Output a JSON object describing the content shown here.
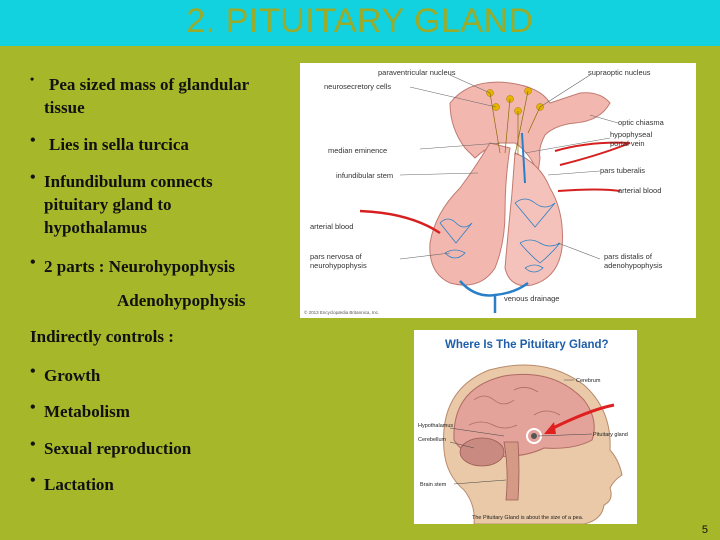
{
  "slide": {
    "title": "2. PITUITARY GLAND",
    "bullets_top": [
      {
        "line1": "Pea sized mass of glandular",
        "line2": "tissue"
      },
      {
        "line1": "Lies in sella turcica"
      },
      {
        "line1": "Infundibulum  connects",
        "line2": "pituitary gland to",
        "line3": "hypothalamus"
      },
      {
        "line1": "2 parts : Neurohypophysis",
        "line2": "Adenohypophysis"
      }
    ],
    "indirect_heading": "Indirectly controls :",
    "controls": [
      "Growth",
      "Metabolism",
      "Sexual reproduction",
      "Lactation"
    ],
    "page_number": "5"
  },
  "figure1": {
    "labels": {
      "paraventricular": "paraventricular nucleus",
      "supraoptic": "supraoptic nucleus",
      "neurosecretory": "neurosecretory cells",
      "optic": "optic chiasma",
      "hypophyseal1": "hypophyseal",
      "hypophyseal2": "portal vein",
      "median": "median eminence",
      "infundibular": "infundibular stem",
      "tuberalis": "pars tuberalis",
      "arterial_right": "arterial blood",
      "arterial_left": "arterial blood",
      "nervosa1": "pars nervosa of",
      "nervosa2": "neurohypophysis",
      "distalis1": "pars distalis of",
      "distalis2": "adenohypophysis",
      "venous": "venous drainage",
      "copyright": "© 2013 Encyclopædia Britannica, Inc."
    }
  },
  "figure2": {
    "title": "Where Is The Pituitary Gland?",
    "labels": {
      "cerebrum": "Cerebrum",
      "hypothalamus": "Hypothalamus",
      "cerebellum": "Cerebellum",
      "pituitary": "Pituitary gland",
      "brainstem": "Brain stem"
    },
    "caption": "The Pituitary Gland is about the size of a pea."
  },
  "colors": {
    "background": "#a6b72a",
    "title_bar": "#12d2e0",
    "title_text": "#9aab2a",
    "flesh": "#f2b8b0",
    "artery": "#d62020",
    "vein": "#2a7fc8"
  }
}
